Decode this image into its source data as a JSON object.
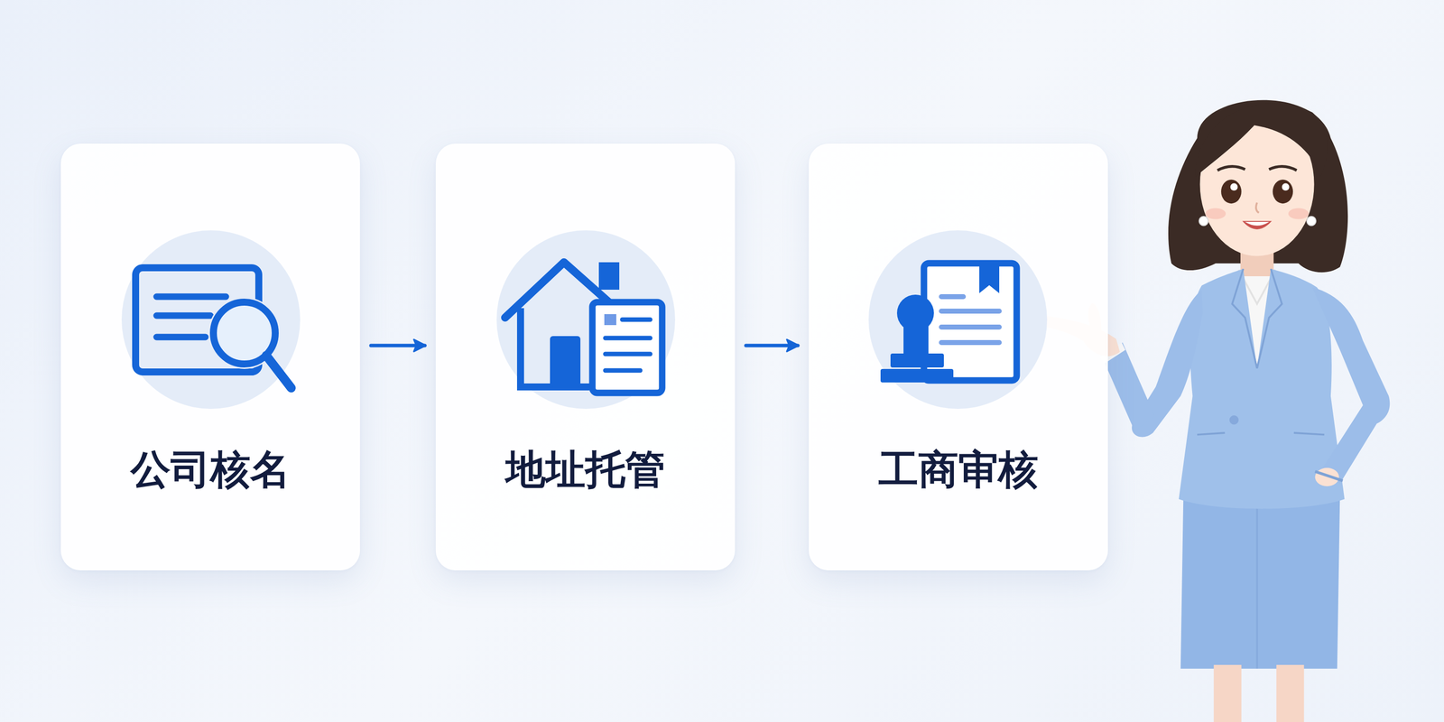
{
  "diagram": {
    "nodes": [
      {
        "text": [
          "公司核名"
        ]
      },
      {
        "text": [
          "地址托管"
        ]
      },
      {
        "text": [
          "工商审核"
        ]
      }
    ],
    "edges": [
      {
        "from": 0,
        "to": 1,
        "arrow": "to"
      },
      {
        "from": 1,
        "to": 2,
        "arrow": "to"
      }
    ]
  }
}
